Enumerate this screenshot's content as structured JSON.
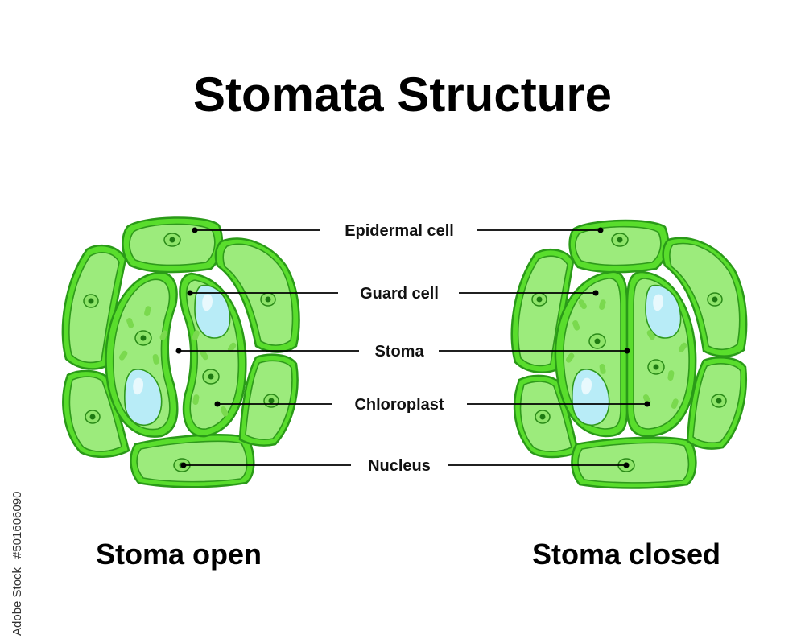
{
  "title": "Stomata Structure",
  "labels": {
    "epidermal_cell": "Epidermal cell",
    "guard_cell": "Guard cell",
    "stoma": "Stoma",
    "chloroplast": "Chloroplast",
    "nucleus": "Nucleus"
  },
  "captions": {
    "open": "Stoma open",
    "closed": "Stoma closed"
  },
  "watermark_id": "#501606090",
  "watermark_brand": "Adobe Stock",
  "colors": {
    "cell_fill": "#59dd2c",
    "cell_inner": "#9ceb7c",
    "outline": "#2a9a18",
    "vacuole": "#b8ecf7",
    "nucleolus": "#1e7a12"
  }
}
